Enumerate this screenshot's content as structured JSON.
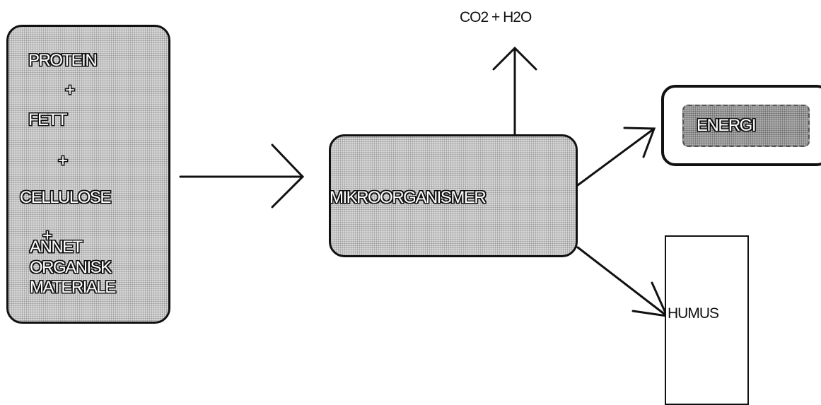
{
  "inputs": {
    "protein": "PROTEIN",
    "plus_1": "+",
    "fett": "FETT",
    "plus_2": "+",
    "cellulose": "CELLULOSE",
    "plus_3": "+",
    "annet": "ANNET",
    "organisk": "ORGANISK",
    "materiale": "MATERIALE"
  },
  "process": {
    "label": "MIKROORGANISMER"
  },
  "outputs": {
    "gas": "CO2 + H2O",
    "energi": "ENERGI",
    "humus": "HUMUS"
  },
  "colors": {
    "stroke": "#111111",
    "box_fill": "#d6d6d6",
    "energi_fill": "#aaaaaa"
  }
}
